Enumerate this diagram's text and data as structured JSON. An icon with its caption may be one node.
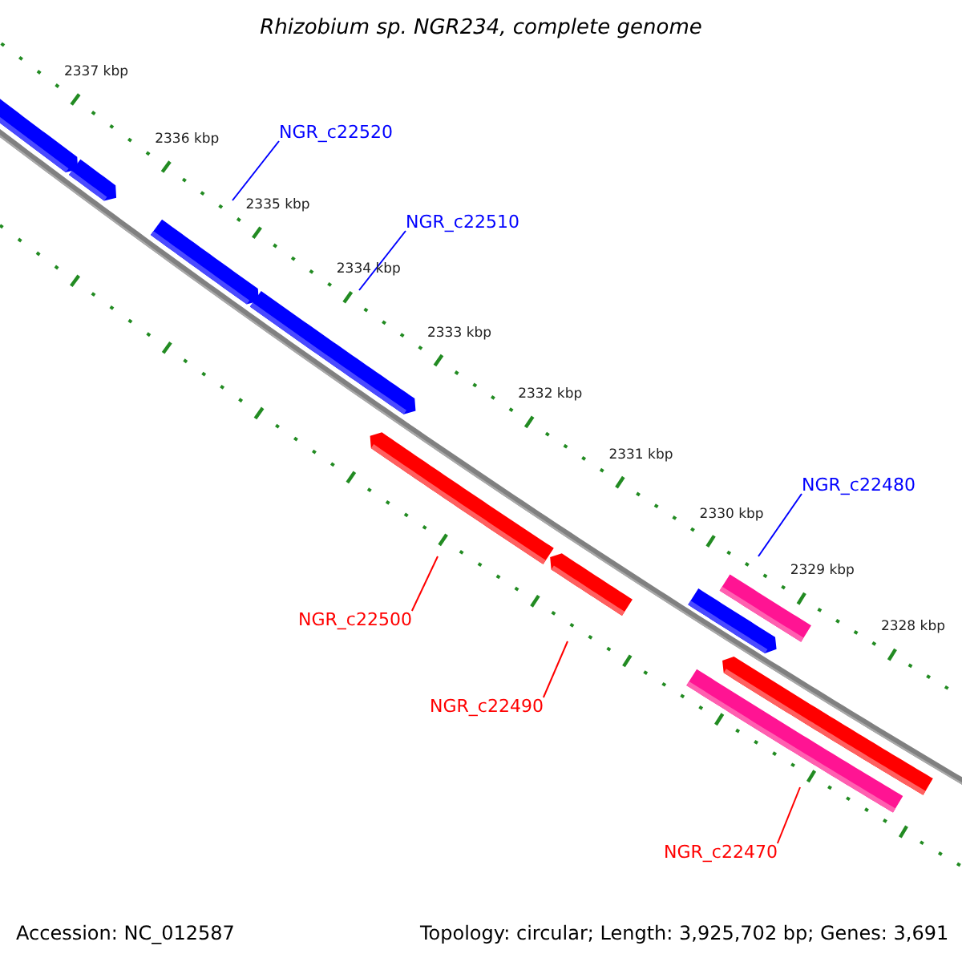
{
  "diagram": {
    "title": "Rhizobium sp. NGR234, complete genome",
    "nodes": [
      {
        "text": [
          "NGR_c22520"
        ]
      },
      {
        "text": [
          "NGR_c22510"
        ]
      },
      {
        "text": [
          "NGR_c22480"
        ]
      },
      {
        "text": [
          "NGR_c22500"
        ]
      },
      {
        "text": [
          "NGR_c22490"
        ]
      },
      {
        "text": [
          "NGR_c22470"
        ]
      }
    ],
    "edges": [
      {
        "from": 0,
        "to": null,
        "arrow": "none",
        "color": "#0000ff"
      },
      {
        "from": 1,
        "to": null,
        "arrow": "none",
        "color": "#0000ff"
      },
      {
        "from": 2,
        "to": null,
        "arrow": "none",
        "color": "#0000ff"
      },
      {
        "from": 3,
        "to": null,
        "arrow": "none",
        "color": "#ff0000"
      },
      {
        "from": 4,
        "to": null,
        "arrow": "none",
        "color": "#ff0000"
      },
      {
        "from": 5,
        "to": null,
        "arrow": "none",
        "color": "#ff0000"
      }
    ],
    "labels": [
      "2337 kbp",
      "2336 kbp",
      "2335 kbp",
      "2334 kbp",
      "2333 kbp",
      "2332 kbp",
      "2331 kbp",
      "2330 kbp",
      "2329 kbp",
      "2328 kbp",
      "Accession: NC_012587",
      "Topology: circular; Length: 3,925,702 bp; Genes: 3,691"
    ]
  }
}
